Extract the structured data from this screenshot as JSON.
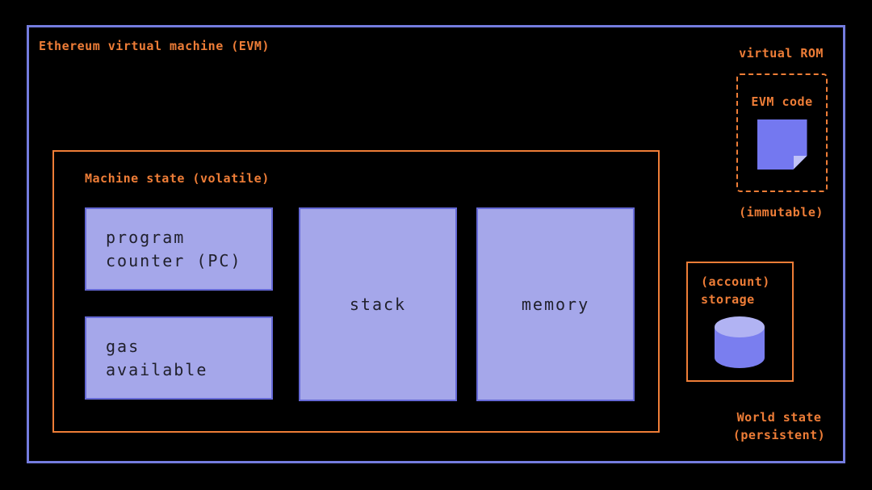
{
  "colors": {
    "background": "#000000",
    "frame_border": "#747cdf",
    "accent_orange": "#ee7d37",
    "box_fill": "#a5a7ea",
    "box_border": "#6569d6",
    "box_text": "#20202c",
    "note_fill": "#7478f0",
    "note_fold": "#c0c2f7",
    "cylinder_body": "#7a7eef",
    "cylinder_top": "#b1b3f3"
  },
  "diagram": {
    "title": "Ethereum virtual machine (EVM)",
    "machine_state": {
      "label": "Machine state (volatile)",
      "program_counter": {
        "line1": "program",
        "line2": "counter (PC)"
      },
      "gas_available": {
        "line1": "gas",
        "line2": "available"
      },
      "stack": {
        "label": "stack"
      },
      "memory": {
        "label": "memory"
      }
    },
    "virtual_rom": {
      "label": "virtual ROM",
      "code_label": "EVM code",
      "icon": "sticky-note-icon",
      "caption": "(immutable)"
    },
    "world_state": {
      "storage": {
        "line1": "(account)",
        "line2": "storage"
      },
      "icon": "database-cylinder-icon",
      "caption_line1": "World state",
      "caption_line2": "(persistent)"
    }
  }
}
